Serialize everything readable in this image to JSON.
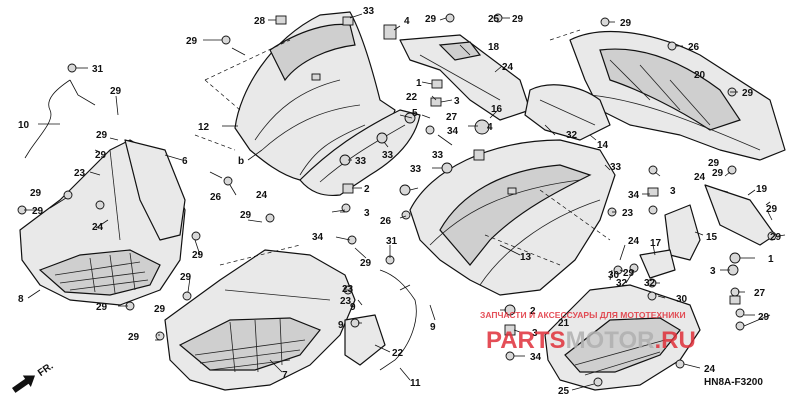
{
  "diagram_code": "HN8A-F3200",
  "direction_label": "FR.",
  "watermark": {
    "tagline": "ЗАПЧАСТИ И АКСЕССУАРЫ ДЛЯ МОТОТЕХНИКИ",
    "brand_main": "PARTS",
    "brand_highlight": "MOTOR",
    "brand_tld": ".RU",
    "color": "#e0303a"
  },
  "callouts": {
    "c28": "28",
    "c33a": "33",
    "c4a": "4",
    "c29a": "29",
    "c29b": "29",
    "c29c": "29",
    "c25a": "25",
    "c29d": "29",
    "c26": "26",
    "c31a": "31",
    "c18": "18",
    "c1a": "1",
    "c24a": "24",
    "c3a": "3",
    "c10": "10",
    "c29e": "29",
    "c20": "20",
    "c12": "12",
    "c29f": "29",
    "c22": "22",
    "c5": "5",
    "c27a": "27",
    "c16": "16",
    "c32a": "32",
    "c29g": "29",
    "c6": "6",
    "c4b": "4",
    "c14": "14",
    "c33b": "33",
    "c33c": "33",
    "c33d": "33",
    "c34a": "34",
    "c23a": "23",
    "c24b": "24",
    "c29h": "29",
    "c33e": "33",
    "c33f": "33",
    "c24c": "24",
    "c29i": "29",
    "c26b": "26",
    "c2a": "2",
    "c19": "19",
    "c29j": "29",
    "c3b": "3",
    "c34b": "34",
    "c29k": "29",
    "c29l": "29",
    "c26c": "26",
    "c13": "13",
    "c23b": "23",
    "c3c": "3",
    "c29m": "29",
    "c24d": "24",
    "c29n": "29",
    "c9a": "9",
    "c15": "15",
    "c8": "8",
    "c34c": "34",
    "c31b": "31",
    "c29o": "29",
    "c24e": "24",
    "c17": "17",
    "c1b": "1",
    "c3d": "3",
    "c29p": "29",
    "c29q": "29",
    "c29r": "29",
    "c32b": "32",
    "c23c": "23",
    "c30a": "30",
    "c32c": "32",
    "c30b": "30",
    "c27b": "27",
    "c29s": "29",
    "c29t": "29",
    "c2b": "2",
    "c3e": "3",
    "c29u": "29",
    "c21": "21",
    "c22b": "22",
    "c7": "7",
    "c34d": "34",
    "c11": "11",
    "c24f": "24",
    "c25b": "25",
    "c9b": "9",
    "c9c": "9",
    "c23d": "23",
    "c29v": "29",
    "c29w": "29",
    "cb": "b"
  }
}
